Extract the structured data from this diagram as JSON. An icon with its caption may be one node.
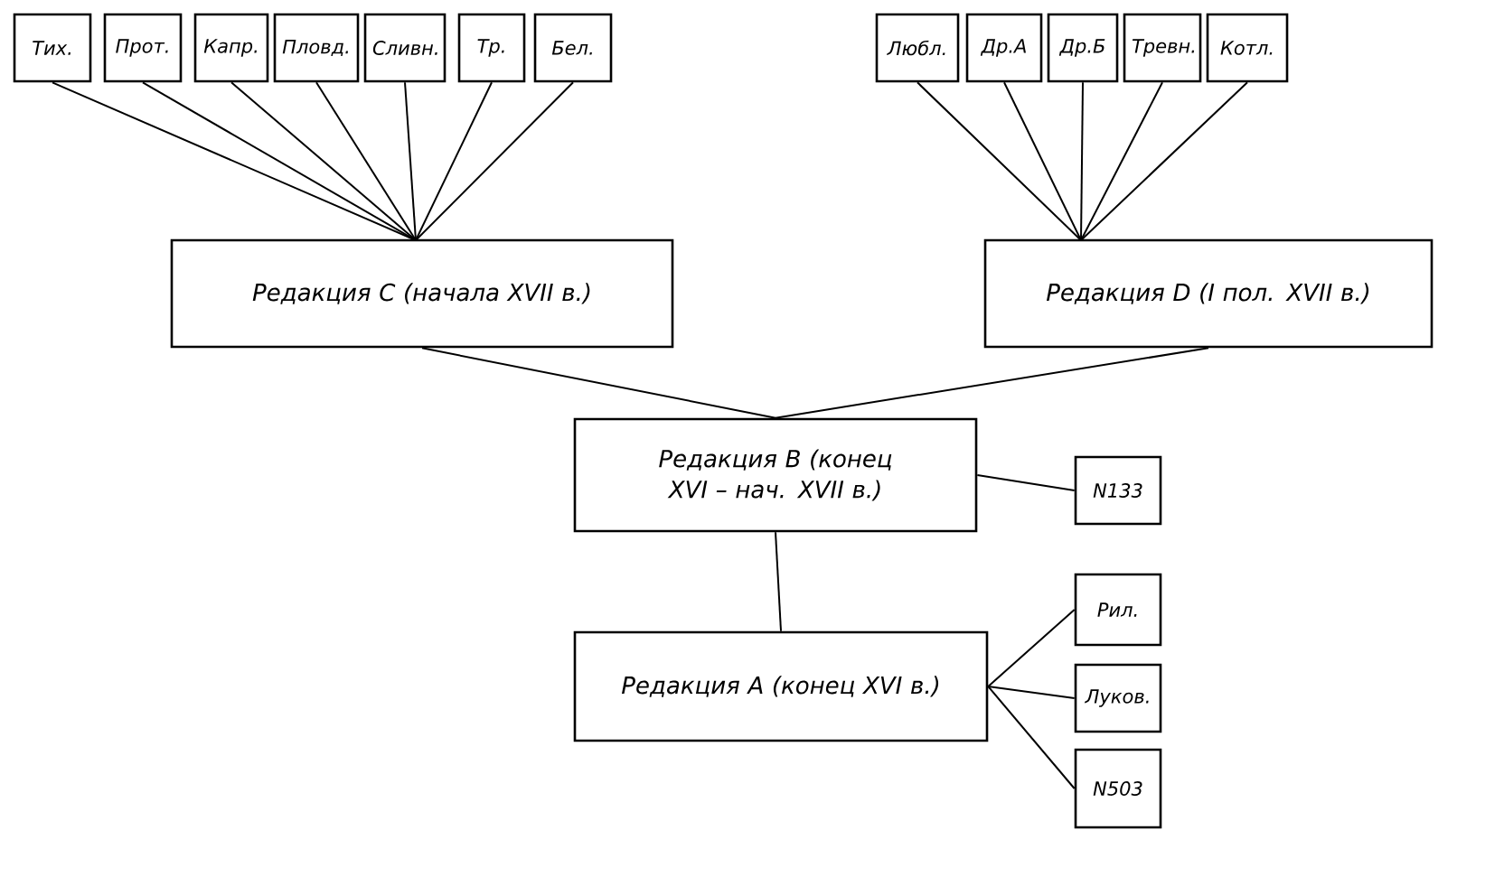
{
  "diagram": {
    "nodes": [
      {
        "text": [
          "Тих."
        ]
      },
      {
        "text": [
          "Прот."
        ]
      },
      {
        "text": [
          "Капр."
        ]
      },
      {
        "text": [
          "Пловд."
        ]
      },
      {
        "text": [
          "Сливн."
        ]
      },
      {
        "text": [
          "Тр."
        ]
      },
      {
        "text": [
          "Бел."
        ]
      },
      {
        "text": [
          "Любл."
        ]
      },
      {
        "text": [
          "Др.А"
        ]
      },
      {
        "text": [
          "Др.Б"
        ]
      },
      {
        "text": [
          "Тревн."
        ]
      },
      {
        "text": [
          "Котл."
        ]
      },
      {
        "text": [
          "Редакция С (начала XVII в.)"
        ]
      },
      {
        "text": [
          "Редакция D (I пол. XVII в.)"
        ]
      },
      {
        "text": [
          "Редакция В (конец XVI – нач. XVII в.)"
        ]
      },
      {
        "text": [
          "N133"
        ]
      },
      {
        "text": [
          "Редакция А (конец XVI в.)"
        ]
      },
      {
        "text": [
          "Рил."
        ]
      },
      {
        "text": [
          "Луков."
        ]
      },
      {
        "text": [
          "N503"
        ]
      }
    ],
    "edges": [
      {
        "from": 0,
        "to": 12,
        "arrow": "none"
      },
      {
        "from": 1,
        "to": 12,
        "arrow": "none"
      },
      {
        "from": 2,
        "to": 12,
        "arrow": "none"
      },
      {
        "from": 3,
        "to": 12,
        "arrow": "none"
      },
      {
        "from": 4,
        "to": 12,
        "arrow": "none"
      },
      {
        "from": 5,
        "to": 12,
        "arrow": "none"
      },
      {
        "from": 6,
        "to": 12,
        "arrow": "none"
      },
      {
        "from": 7,
        "to": 13,
        "arrow": "none"
      },
      {
        "from": 8,
        "to": 13,
        "arrow": "none"
      },
      {
        "from": 9,
        "to": 13,
        "arrow": "none"
      },
      {
        "from": 10,
        "to": 13,
        "arrow": "none"
      },
      {
        "from": 11,
        "to": 13,
        "arrow": "none"
      },
      {
        "from": 12,
        "to": 14,
        "arrow": "none"
      },
      {
        "from": 13,
        "to": 14,
        "arrow": "none"
      },
      {
        "from": 14,
        "to": 15,
        "arrow": "none"
      },
      {
        "from": 14,
        "to": 16,
        "arrow": "none"
      },
      {
        "from": 16,
        "to": 17,
        "arrow": "none"
      },
      {
        "from": 16,
        "to": 18,
        "arrow": "none"
      },
      {
        "from": 16,
        "to": 19,
        "arrow": "none"
      }
    ]
  }
}
